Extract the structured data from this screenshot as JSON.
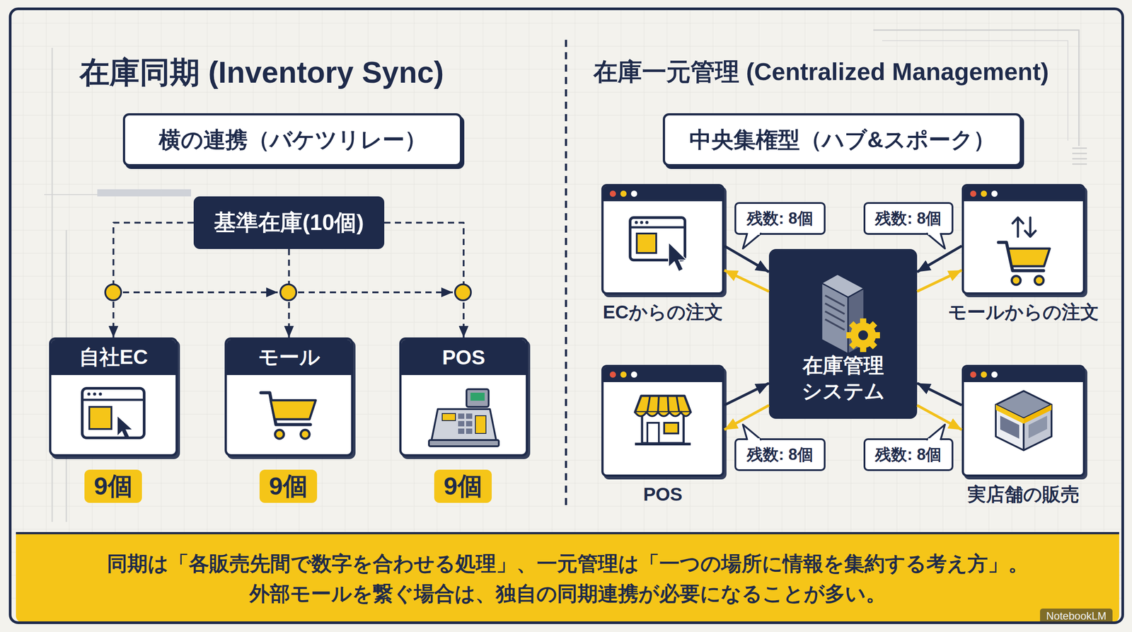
{
  "diagram": {
    "nodes": [
      {
        "text": [
          "横の連携（バケツリレー）"
        ]
      },
      {
        "text": [
          "基準在庫(10個)"
        ]
      },
      {
        "text": [
          "自社EC"
        ]
      },
      {
        "text": [
          "モール"
        ]
      },
      {
        "text": [
          "POS"
        ]
      },
      {
        "text": [
          "9個"
        ]
      },
      {
        "text": [
          "9個"
        ]
      },
      {
        "text": [
          "9個"
        ]
      },
      {
        "text": [
          "中央集権型（ハブ&スポーク）"
        ]
      },
      {
        "text": [
          "在庫管理 システム"
        ]
      },
      {
        "text": [
          "ECからの注文"
        ]
      },
      {
        "text": [
          "モールからの注文"
        ]
      },
      {
        "text": [
          "POS"
        ]
      },
      {
        "text": [
          "実店舗の販売"
        ]
      },
      {
        "text": [
          "残数: 8個"
        ]
      },
      {
        "text": [
          "残数: 8個"
        ]
      },
      {
        "text": [
          "残数: 8個"
        ]
      },
      {
        "text": [
          "残数: 8個"
        ]
      },
      {
        "text": [
          "同期は「各販売先間で数字を合わせる処理」、一元管理は「一つの場所に情報を集約する考え方」。 外部モールを繋ぐ場合は、独自の同期連携が必要になることが多い。"
        ]
      }
    ],
    "edges": [
      {
        "from": 1,
        "to": 2,
        "arrow": "to"
      },
      {
        "from": 1,
        "to": 3,
        "arrow": "to"
      },
      {
        "from": 1,
        "to": 4,
        "arrow": "to"
      },
      {
        "from": 10,
        "to": 9,
        "arrow": "to"
      },
      {
        "from": 9,
        "to": 10,
        "arrow": "to"
      },
      {
        "from": 11,
        "to": 9,
        "arrow": "to"
      },
      {
        "from": 9,
        "to": 11,
        "arrow": "to"
      },
      {
        "from": 12,
        "to": 9,
        "arrow": "to"
      },
      {
        "from": 9,
        "to": 12,
        "arrow": "to"
      },
      {
        "from": 13,
        "to": 9,
        "arrow": "to"
      },
      {
        "from": 9,
        "to": 13,
        "arrow": "to"
      }
    ],
    "labels": [
      "在庫同期 (Inventory Sync)",
      "在庫一元管理 (Centralized Management)",
      "NotebookLM"
    ]
  }
}
